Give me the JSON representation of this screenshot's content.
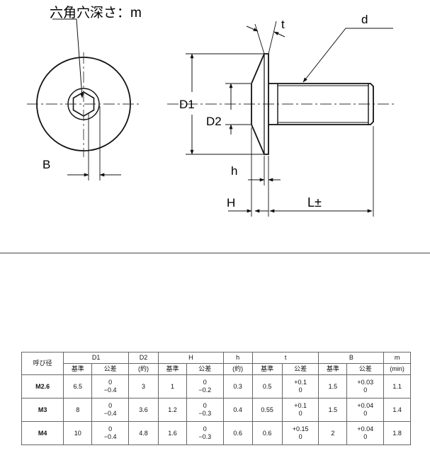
{
  "drawing": {
    "labels": {
      "hex_depth": "六角穴深さ：m",
      "t": "t",
      "d": "d",
      "D1": "D1",
      "D2": "D2",
      "B": "B",
      "h": "h",
      "H": "H",
      "L": "L±"
    }
  },
  "table": {
    "headers": {
      "size": "呼び径",
      "D1": "D1",
      "D2": "D2",
      "H": "H",
      "h": "h",
      "t": "t",
      "B": "B",
      "m": "m"
    },
    "subheaders": {
      "D1_nominal": "基準",
      "D1_tol": "公差",
      "D2_approx": "(約)",
      "H_nominal": "基準",
      "H_tol": "公差",
      "h_approx": "(約)",
      "t_nominal": "基準",
      "t_tol": "公差",
      "B_nominal": "基準",
      "B_tol": "公差",
      "m_min": "(min)"
    },
    "rows": [
      {
        "size": "M2.6",
        "D1": "6.5",
        "D1_tol_upper": "0",
        "D1_tol_lower": "−0.4",
        "D2": "3",
        "H": "1",
        "H_tol_upper": "0",
        "H_tol_lower": "−0.2",
        "h": "0.3",
        "t": "0.5",
        "t_tol_upper": "+0.1",
        "t_tol_lower": "0",
        "B": "1.5",
        "B_tol_upper": "+0.03",
        "B_tol_lower": "0",
        "m": "1.1"
      },
      {
        "size": "M3",
        "D1": "8",
        "D1_tol_upper": "0",
        "D1_tol_lower": "−0.4",
        "D2": "3.6",
        "H": "1.2",
        "H_tol_upper": "0",
        "H_tol_lower": "−0.3",
        "h": "0.4",
        "t": "0.55",
        "t_tol_upper": "+0.1",
        "t_tol_lower": "0",
        "B": "1.5",
        "B_tol_upper": "+0.04",
        "B_tol_lower": "0",
        "m": "1.4"
      },
      {
        "size": "M4",
        "D1": "10",
        "D1_tol_upper": "0",
        "D1_tol_lower": "−0.4",
        "D2": "4.8",
        "H": "1.6",
        "H_tol_upper": "0",
        "H_tol_lower": "−0.3",
        "h": "0.6",
        "t": "0.6",
        "t_tol_upper": "+0.15",
        "t_tol_lower": "0",
        "B": "2",
        "B_tol_upper": "+0.04",
        "B_tol_lower": "0",
        "m": "1.8"
      }
    ]
  }
}
